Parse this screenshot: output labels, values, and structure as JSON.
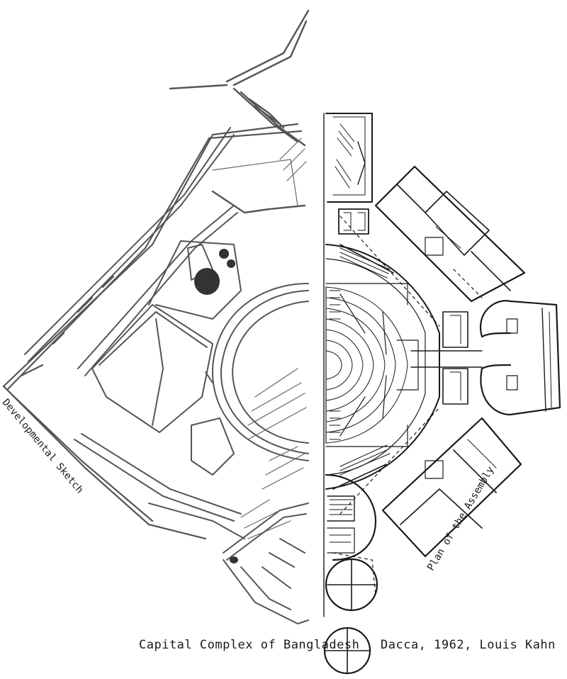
{
  "captions": {
    "left": "Capital  Complex of Bangladesh",
    "right": "Dacca, 1962, Louis Kahn"
  },
  "annotations": {
    "sketch": "Developmental Sketch",
    "plan": "Plan of the Assembly"
  },
  "colors": {
    "ink": "#1a1a1a",
    "pencil": "#555555",
    "paper": "#ffffff"
  }
}
